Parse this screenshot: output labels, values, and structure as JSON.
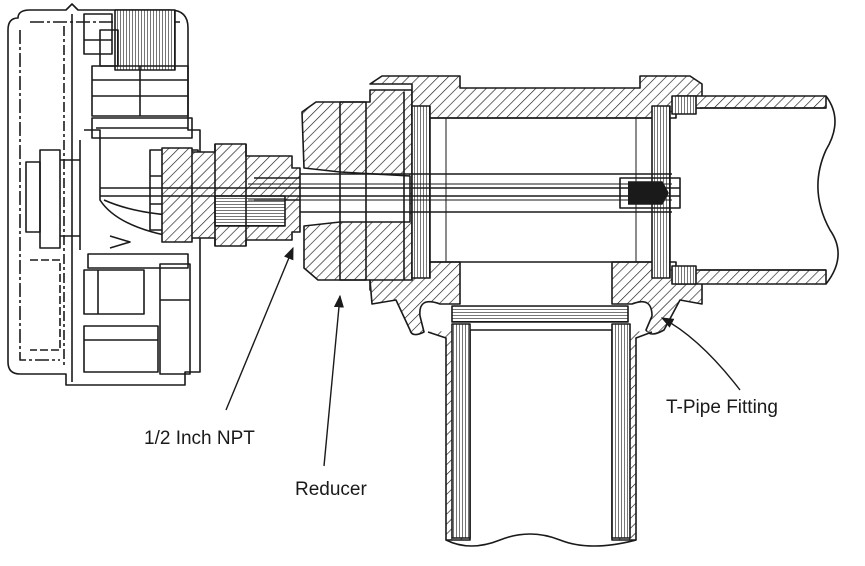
{
  "labels": {
    "npt": "1/2 Inch NPT",
    "reducer": "Reducer",
    "tee": "T-Pipe Fitting"
  },
  "colors": {
    "ink": "#1a1a1a",
    "background": "#ffffff"
  }
}
